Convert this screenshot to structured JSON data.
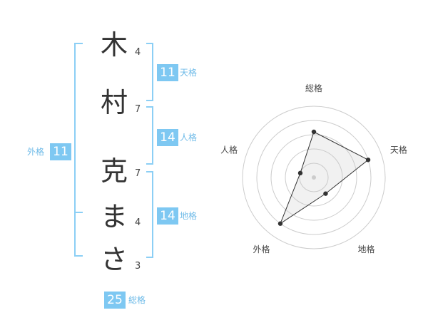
{
  "name": {
    "chars": [
      {
        "char": "木",
        "strokes": "4"
      },
      {
        "char": "村",
        "strokes": "7"
      },
      {
        "char": "克",
        "strokes": "7"
      },
      {
        "char": "ま",
        "strokes": "4"
      },
      {
        "char": "さ",
        "strokes": "3"
      }
    ]
  },
  "fortune": {
    "tenkaku": {
      "value": "11",
      "label": "天格"
    },
    "jinkaku": {
      "value": "14",
      "label": "人格"
    },
    "chikaku": {
      "value": "14",
      "label": "地格"
    },
    "gaikaku": {
      "value": "11",
      "label": "外格"
    },
    "soukaku": {
      "value": "25",
      "label": "総格"
    }
  },
  "colors": {
    "accent": "#7ec8f2",
    "text": "#333333"
  },
  "chart_data": {
    "type": "radar",
    "axes": [
      "総格",
      "天格",
      "地格",
      "外格",
      "人格"
    ],
    "values": [
      3.2,
      4.0,
      1.4,
      4.0,
      1.0
    ],
    "range": [
      0,
      5
    ],
    "rings": 5
  }
}
